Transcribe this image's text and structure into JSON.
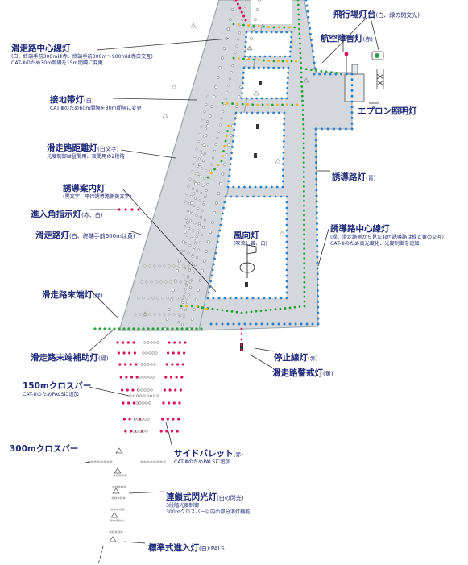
{
  "colors": {
    "runway": "#d4d8dc",
    "runway_edge": "#9aa3ab",
    "taxi_blue": "#2f7fc8",
    "center_green": "#25a03a",
    "center_yellow": "#f0b400",
    "approach_red": "#d6125a",
    "label_text": "#1e2a78",
    "leader": "#333333"
  },
  "labels": {
    "rcl_title": "滑走路中心線灯",
    "rcl_note1": "(白、終端手前300mは赤、終端手前300m〜900mは赤白交互)",
    "rcl_note2": "CAT-Ⅲのため30m間隔を15m間隔に変更",
    "tdz_title": "接地帯灯",
    "tdz_paren": "(白)",
    "tdz_note": "CAT-Ⅲのため60m間隔を30m間隔に変更",
    "rdm_title": "滑走路距離灯",
    "rdm_paren": "(白文字)",
    "rdm_note": "光度制御は昼間用、夜間用の2段階",
    "guide_title": "誘導案内灯",
    "guide_note": "(黒文字、平行誘導路側黄文字)",
    "papi_title": "進入角指示灯",
    "papi_paren": "(赤、白)",
    "redge_title": "滑走路灯",
    "redge_paren": "(白、終端手前600mは黄)",
    "rend_title": "滑走路末端灯",
    "rend_paren": "(緑)",
    "rendw_title": "滑走路末端補助灯",
    "rendw_paren": "(緑)",
    "cb150_title": "150mクロスバー",
    "cb150_note": "CAT-ⅢのためPALSに追加",
    "cb300_title": "300mクロスバー",
    "side_title": "サイドバレット",
    "side_paren": "(赤)",
    "side_note": "CAT-ⅢのためPALSに追加",
    "flash_title": "連鎖式閃光灯",
    "flash_paren": "(白の閃光)",
    "flash_note1": "3段階光度制御",
    "flash_note2": "300mクロスバー以内の部分消灯機能",
    "als_title": "標準式進入灯",
    "als_paren": "(白)",
    "als_suffix": ":PALS",
    "beacon_title": "飛行場灯台",
    "beacon_paren": "(白、緑の閃交光)",
    "obst_title": "航空障害灯",
    "obst_paren": "(赤)",
    "apron_title": "エプロン照明灯",
    "te_title": "誘導路灯",
    "te_paren": "(青)",
    "tcl_title": "誘導路中心線灯",
    "tcl_note1": "(緑、滑走路側から見た取付誘導路は緑と黄の交互)",
    "tcl_note2": "CAT-Ⅲのため高光度化、光度制御を追加",
    "wind_title": "風向灯",
    "wind_paren": "(吹流し黄、白)",
    "stop_title": "停止線灯",
    "stop_paren": "(赤)",
    "rgl_title": "滑走路警戒灯",
    "rgl_paren": "(黄)"
  }
}
